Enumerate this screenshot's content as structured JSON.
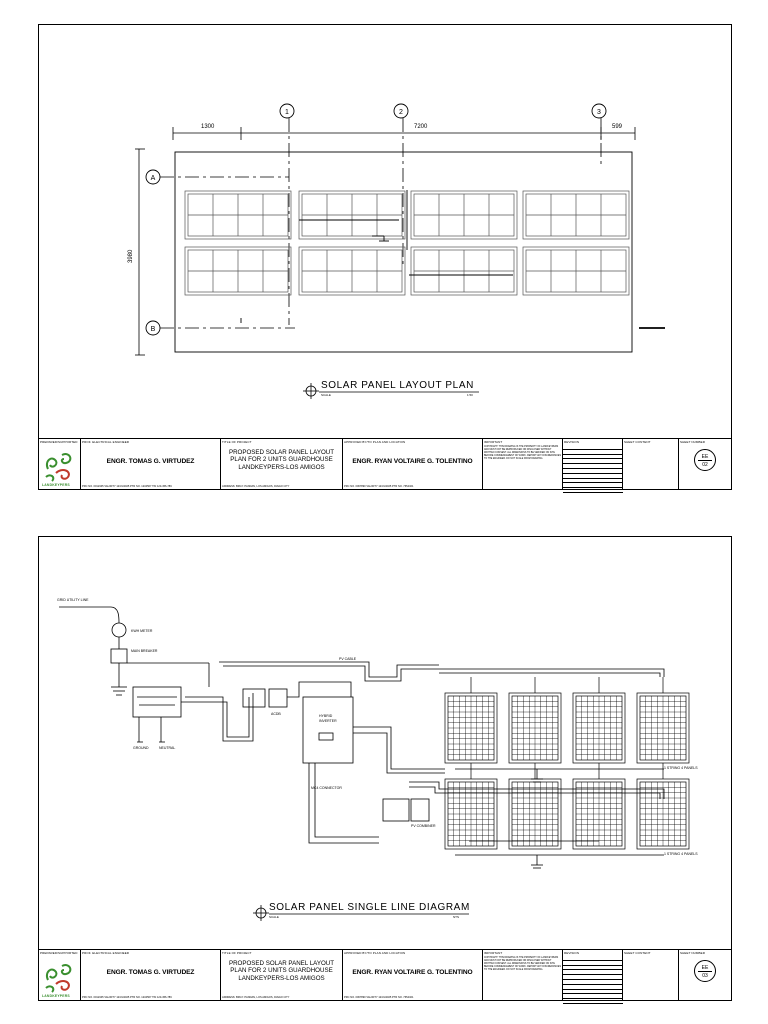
{
  "sheets": [
    {
      "title": "SOLAR PANEL LAYOUT PLAN",
      "scale_left": "SCALE",
      "scale_right": "1:50",
      "dims": {
        "d1": "1300",
        "d2": "7200",
        "d3": "599",
        "vertical": "3980"
      },
      "grid_labels": {
        "c1": "1",
        "c2": "2",
        "c3": "3",
        "rA": "A",
        "rB": "B"
      },
      "sheet_code": "EE",
      "sheet_no": "02"
    },
    {
      "title": "SOLAR PANEL SINGLE LINE DIAGRAM",
      "scale_left": "SCALE",
      "scale_right": "NTS",
      "labels": {
        "utility": "GRID UTILITY LINE",
        "meter": "KWH METER",
        "breaker": "MAIN BREAKER",
        "acdb": "ACDB",
        "inverter_line1": "HYBRID",
        "inverter_line2": "INVERTER",
        "dc_cable": "PV CABLE",
        "mc4": "MC4 CONNECTOR",
        "combiner": "PV COMBINER",
        "ground": "GROUND",
        "neutral": "NEUTRAL",
        "string1": "1 STRING 4 PANELS",
        "string2": "1 STRING 4 PANELS"
      },
      "sheet_code": "EE",
      "sheet_no": "03"
    }
  ],
  "titleblock": {
    "cap_prepared": "PREPARED/SUPPORTED",
    "cap_engineer": "PROF. ELECTRICAL ENGINEER",
    "cap_project": "TITLE OF PROJECT",
    "cap_approved": "APPROVED BY/TO PLAN AND LOCATION",
    "cap_important": "IMPORTANT",
    "cap_revision": "REVISION",
    "cap_sheet_content": "SHEET CONTENT",
    "cap_sheet_number": "SHEET NUMBER",
    "logo_text": "LANDKEYPERS",
    "engineer_name": "ENGR. TOMAS G. VIRTUDEZ",
    "project_line1": "PROPOSED SOLAR PANEL LAYOUT",
    "project_line2": "PLAN FOR 2 UNITS GUARDHOUSE",
    "project_line3": "LANDKEYPERS-LOS AMIGOS",
    "approver_name": "ENGR. RYAN VOLTAIRE G. TOLENTINO",
    "small_left": "PRC NO.  0012345   VALIDITY  12/31/2025   PTR NO.  1234567   TIN  123-456-789",
    "small_project": "ADDRESS: BRGY. PANDAN, LOS AMIGOS, DAVAO CITY",
    "small_approver": "PRC NO.  0067890   VALIDITY  12/31/2025   PTR NO.  7654321",
    "important_text": "COPYRIGHT: THIS DRAWING IS THE PROPERTY OF LANDKEYPERS AND MUST NOT BE REPRODUCED OR DISCLOSED WITHOUT WRITTEN CONSENT. ALL DIMENSIONS TO BE VERIFIED ON SITE BEFORE COMMENCEMENT OF WORK. REPORT ANY DISCREPANCIES TO THE ENGINEER. DO NOT SCALE FROM DRAWING."
  },
  "colors": {
    "line": "#000000",
    "logo_green": "#3a8f2f",
    "logo_red": "#c0392b"
  }
}
